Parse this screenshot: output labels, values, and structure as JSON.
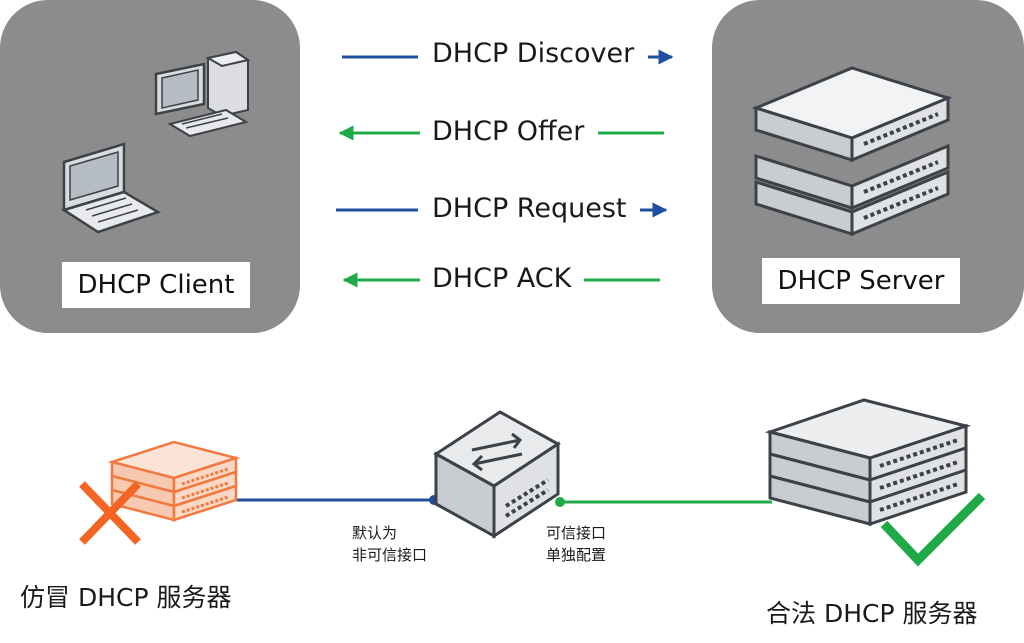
{
  "top": {
    "client_label": "DHCP Client",
    "server_label": "DHCP Server",
    "messages": [
      {
        "label": "DHCP Discover",
        "direction": "right",
        "color": "#1f4f9e"
      },
      {
        "label": "DHCP Offer",
        "direction": "left",
        "color": "#1faa4a"
      },
      {
        "label": "DHCP Request",
        "direction": "right",
        "color": "#1f4f9e"
      },
      {
        "label": "DHCP ACK",
        "direction": "left",
        "color": "#1faa4a"
      }
    ]
  },
  "bottom": {
    "fake_server_label": "仿冒 DHCP 服务器",
    "legit_server_label": "合法 DHCP 服务器",
    "untrusted_port_line1": "默认为",
    "untrusted_port_line2": "非可信接口",
    "trusted_port_line1": "可信接口",
    "trusted_port_line2": "单独配置"
  },
  "icons": {
    "desktop": "desktop-computer-icon",
    "laptop": "laptop-icon",
    "server": "server-stack-icon",
    "switch": "network-switch-icon",
    "reject": "cross-mark-icon",
    "accept": "check-mark-icon"
  },
  "colors": {
    "panel": "#8c8c8c",
    "blue_link": "#1f4f9e",
    "green_link": "#1faa4a",
    "fake_server": "#f07a40",
    "cross": "#f26522",
    "check": "#1faa4a"
  }
}
